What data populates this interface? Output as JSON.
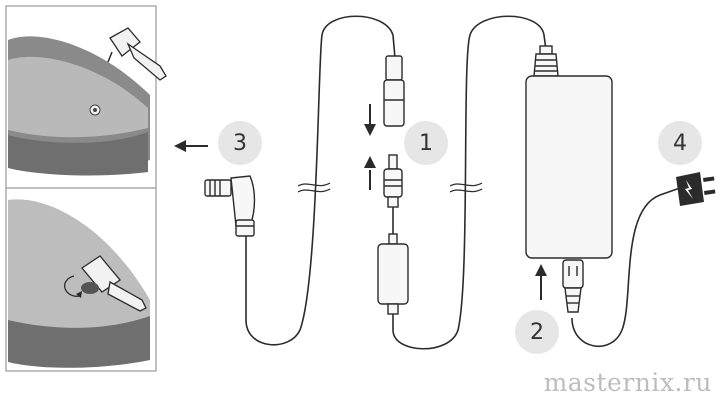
{
  "steps": [
    {
      "number": "1",
      "description": "connect barrel plug to cord socket"
    },
    {
      "number": "2",
      "description": "connect mains cord to power adapter"
    },
    {
      "number": "3",
      "description": "plug angled connector into device"
    },
    {
      "number": "4",
      "description": "plug into wall outlet"
    }
  ],
  "watermark": "masternix.ru",
  "colors": {
    "line": "#2b2b2b",
    "badge": "#e6e6e6",
    "device_dark": "#7d7d7d",
    "device_light": "#bdbdbd"
  },
  "icons": [
    "arrow-left-icon",
    "arrow-down-icon",
    "arrow-up-icon",
    "rotate-icon",
    "power-plug-icon"
  ]
}
